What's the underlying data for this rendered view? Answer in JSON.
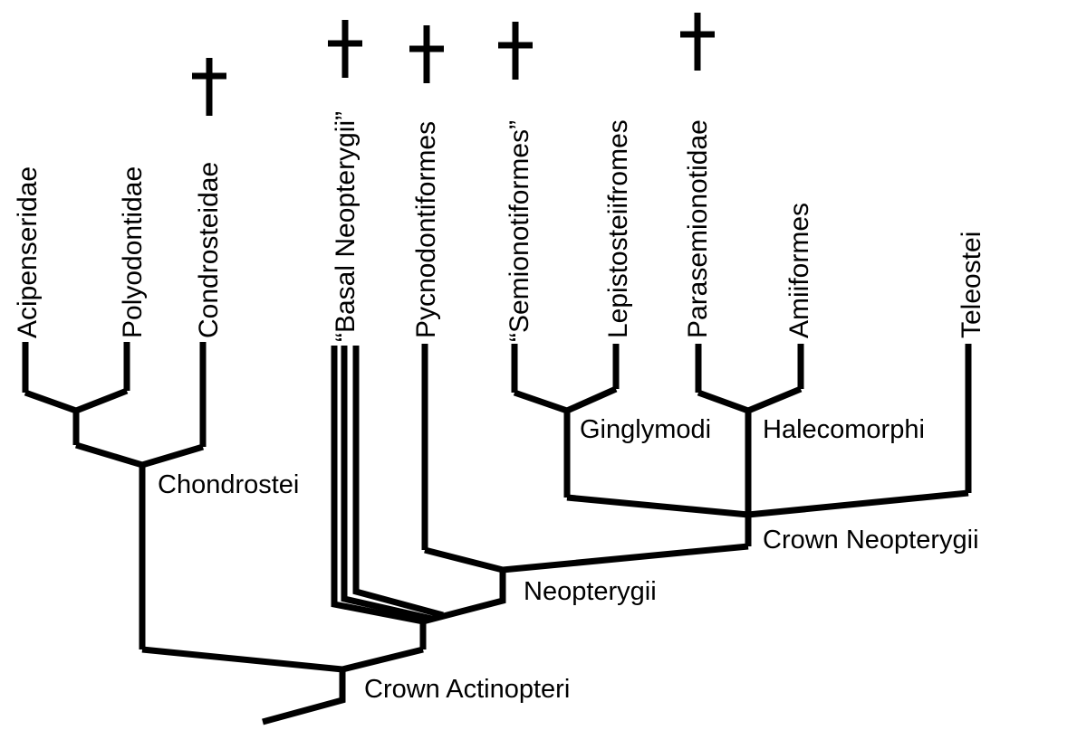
{
  "colors": {
    "line": "#000000",
    "text": "#000000",
    "background": "#ffffff"
  },
  "extinct_marker": {
    "symbol": "†",
    "icon": "dagger-icon"
  },
  "taxa": [
    {
      "id": "acipenseridae",
      "label": "Acipenseridae",
      "extinct": false
    },
    {
      "id": "polyodontidae",
      "label": "Polyodontidae",
      "extinct": false
    },
    {
      "id": "condrosteidae",
      "label": "Condrosteidae",
      "extinct": true
    },
    {
      "id": "basal-neopterygii",
      "label": "“Basal Neopterygii”",
      "extinct": true
    },
    {
      "id": "pycnodontiformes",
      "label": "Pycnodontiformes",
      "extinct": true
    },
    {
      "id": "semionotiformes",
      "label": "“Semionotiformes”",
      "extinct": true
    },
    {
      "id": "lepistosteiifromes",
      "label": "Lepistosteiifromes",
      "extinct": false
    },
    {
      "id": "parasemionotidae",
      "label": "Parasemionotidae",
      "extinct": true
    },
    {
      "id": "amiiformes",
      "label": "Amiiformes",
      "extinct": false
    },
    {
      "id": "teleostei",
      "label": "Teleostei",
      "extinct": false
    }
  ],
  "clades": {
    "chondrostei": "Chondrostei",
    "ginglymodi": "Ginglymodi",
    "halecomorphi": "Halecomorphi",
    "crown_neopterygii": "Crown Neopterygii",
    "neopterygii": "Neopterygii",
    "crown_actinopteri": "Crown Actinopteri"
  }
}
